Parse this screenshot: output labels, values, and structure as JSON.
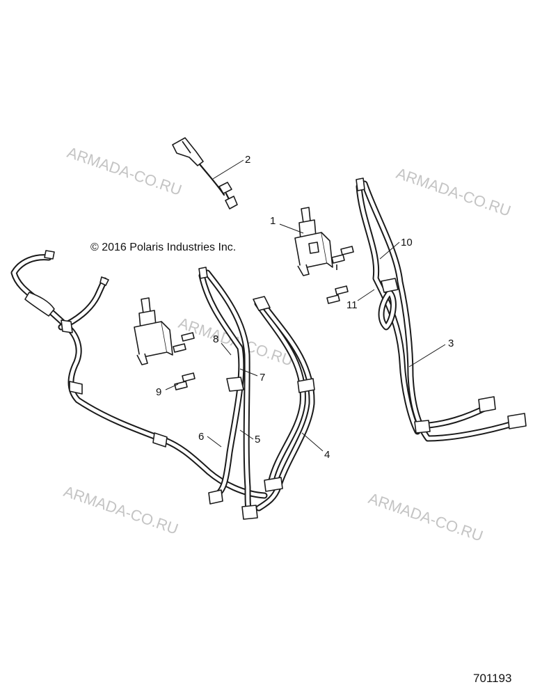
{
  "copyright": "© 2016 Polaris Industries Inc.",
  "document_number": "701193",
  "watermark": "ARMADA-CO.RU",
  "callouts": {
    "c1": "1",
    "c2": "2",
    "c3": "3",
    "c4": "4",
    "c5": "5",
    "c6": "6",
    "c7": "7",
    "c8": "8",
    "c9": "9",
    "c10": "10",
    "c11": "11"
  }
}
